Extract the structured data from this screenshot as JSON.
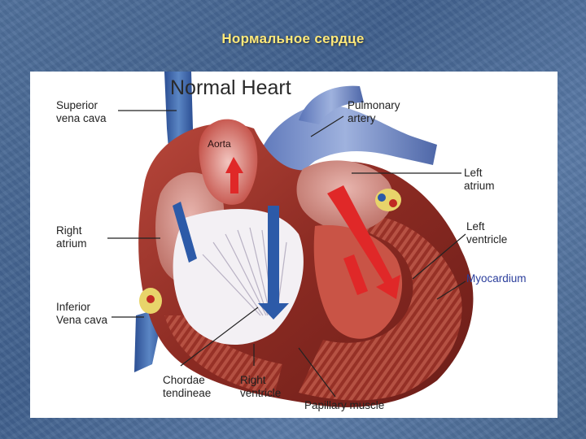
{
  "slide": {
    "title": "Нормальное сердце"
  },
  "diagram": {
    "title": "Normal Heart",
    "labels": {
      "superior_vena_cava": [
        "Superior",
        "vena cava"
      ],
      "pulmonary_artery": [
        "Pulmonary",
        "artery"
      ],
      "aorta": "Aorta",
      "left_atrium": [
        "Left",
        "atrium"
      ],
      "right_atrium": [
        "Right",
        "atrium"
      ],
      "left_ventricle": [
        "Left",
        "ventricle"
      ],
      "myocardium": "Myocardium",
      "inferior_vena_cava": [
        "Inferior",
        "Vena cava"
      ],
      "chordae_tendineae": [
        "Chordae",
        "tendineae"
      ],
      "right_ventricle": [
        "Right",
        "ventricle"
      ],
      "papillary_muscle": "Papillary muscle"
    },
    "colors": {
      "muscle": "#8a2a22",
      "blood_oxygenated": "#e02828",
      "blood_deoxygenated": "#2c5aa8",
      "vessel_blue": "#5b86c4",
      "label_blue": "#2b3e9c"
    }
  }
}
